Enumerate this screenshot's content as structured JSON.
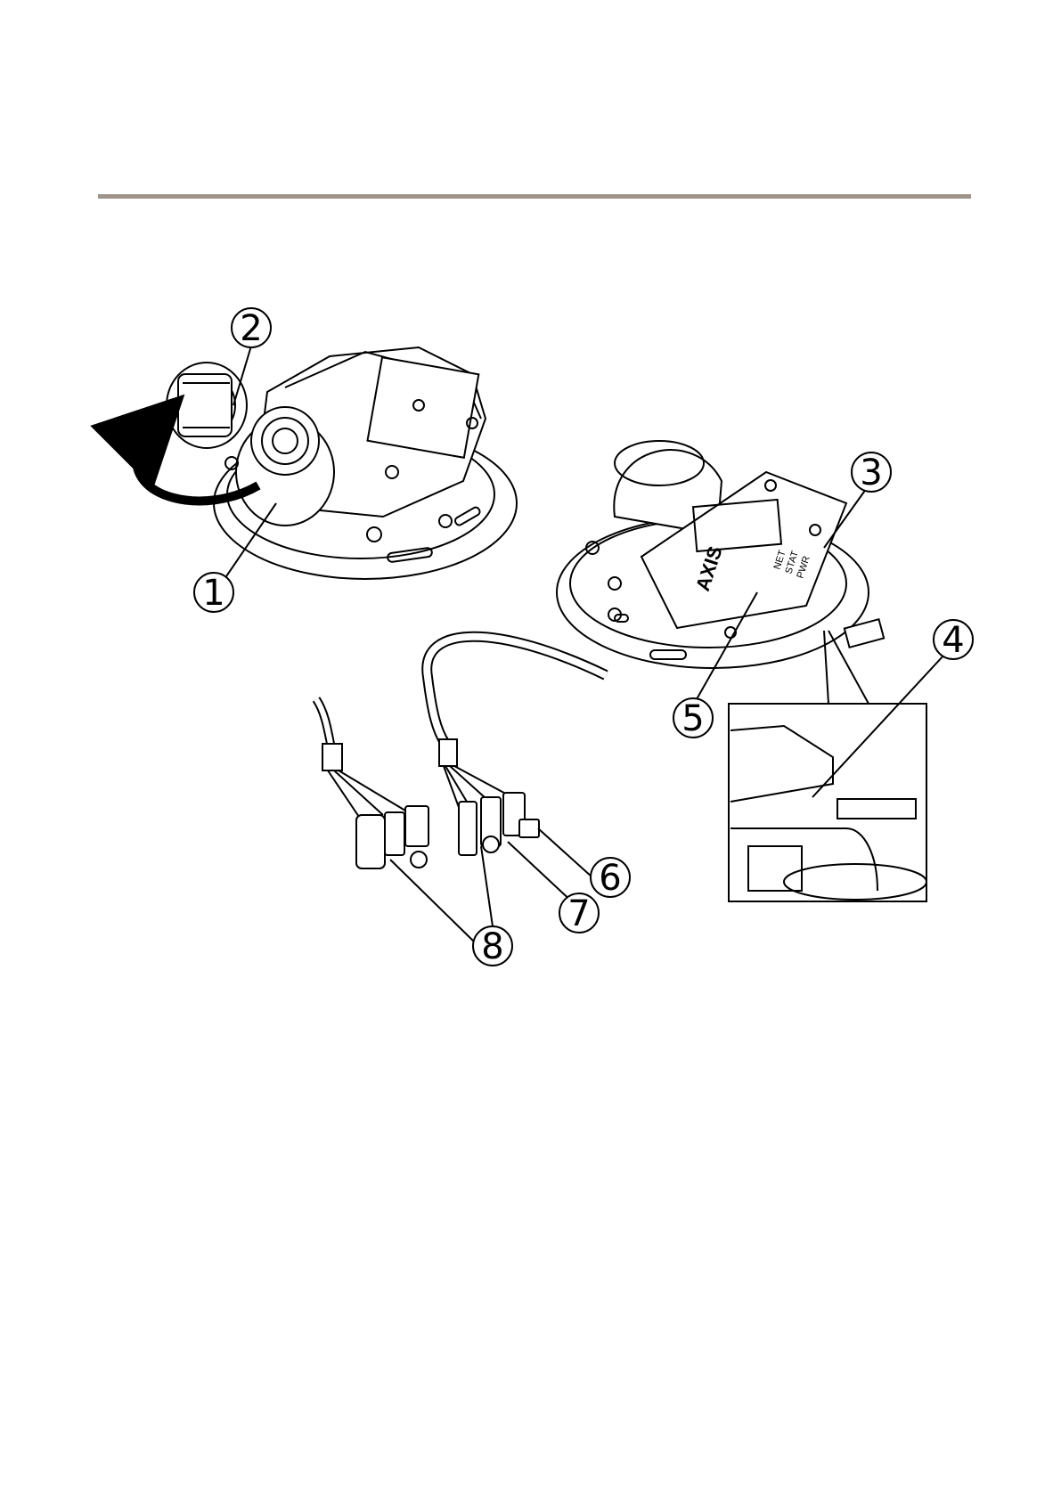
{
  "callouts": [
    {
      "id": "1",
      "label": "1"
    },
    {
      "id": "2",
      "label": "2"
    },
    {
      "id": "3",
      "label": "3"
    },
    {
      "id": "4",
      "label": "4"
    },
    {
      "id": "5",
      "label": "5"
    },
    {
      "id": "6",
      "label": "6"
    },
    {
      "id": "7",
      "label": "7"
    },
    {
      "id": "8",
      "label": "8"
    }
  ],
  "product_marking": {
    "logo": "AXIS",
    "led_labels": [
      "NET",
      "STAT",
      "PWR"
    ]
  },
  "colors": {
    "header_rule": "#a0948a",
    "line_art": "#000000"
  }
}
